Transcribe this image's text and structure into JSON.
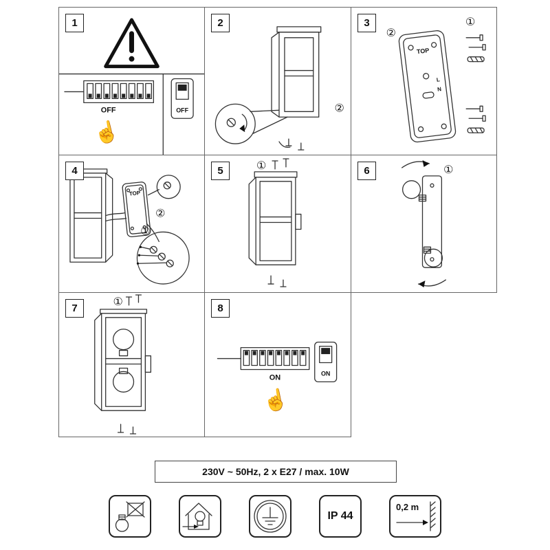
{
  "doc": {
    "spec_line": "230V ~ 50Hz, 2 x E27 / max. 10W"
  },
  "glyphs": {
    "hand": "☝"
  },
  "panels": {
    "p1": {
      "step": "1",
      "dip_label": "OFF",
      "rocker_label": "OFF"
    },
    "p2": {
      "step": "2",
      "detail_num": "②"
    },
    "p3": {
      "step": "3",
      "num1": "①",
      "num2": "②",
      "top_label": "TOP",
      "l_label": "L",
      "n_label": "N"
    },
    "p4": {
      "step": "4",
      "num1": "①",
      "num2": "②",
      "top_label": "TOP"
    },
    "p5": {
      "step": "5",
      "num1": "①"
    },
    "p6": {
      "step": "6",
      "num1": "①"
    },
    "p7": {
      "step": "7",
      "num1": "①"
    },
    "p8": {
      "step": "8",
      "dip_label": "ON",
      "rocker_label": "ON"
    }
  },
  "footer": {
    "ip_rating": "IP 44",
    "min_distance": "0,2 m"
  }
}
